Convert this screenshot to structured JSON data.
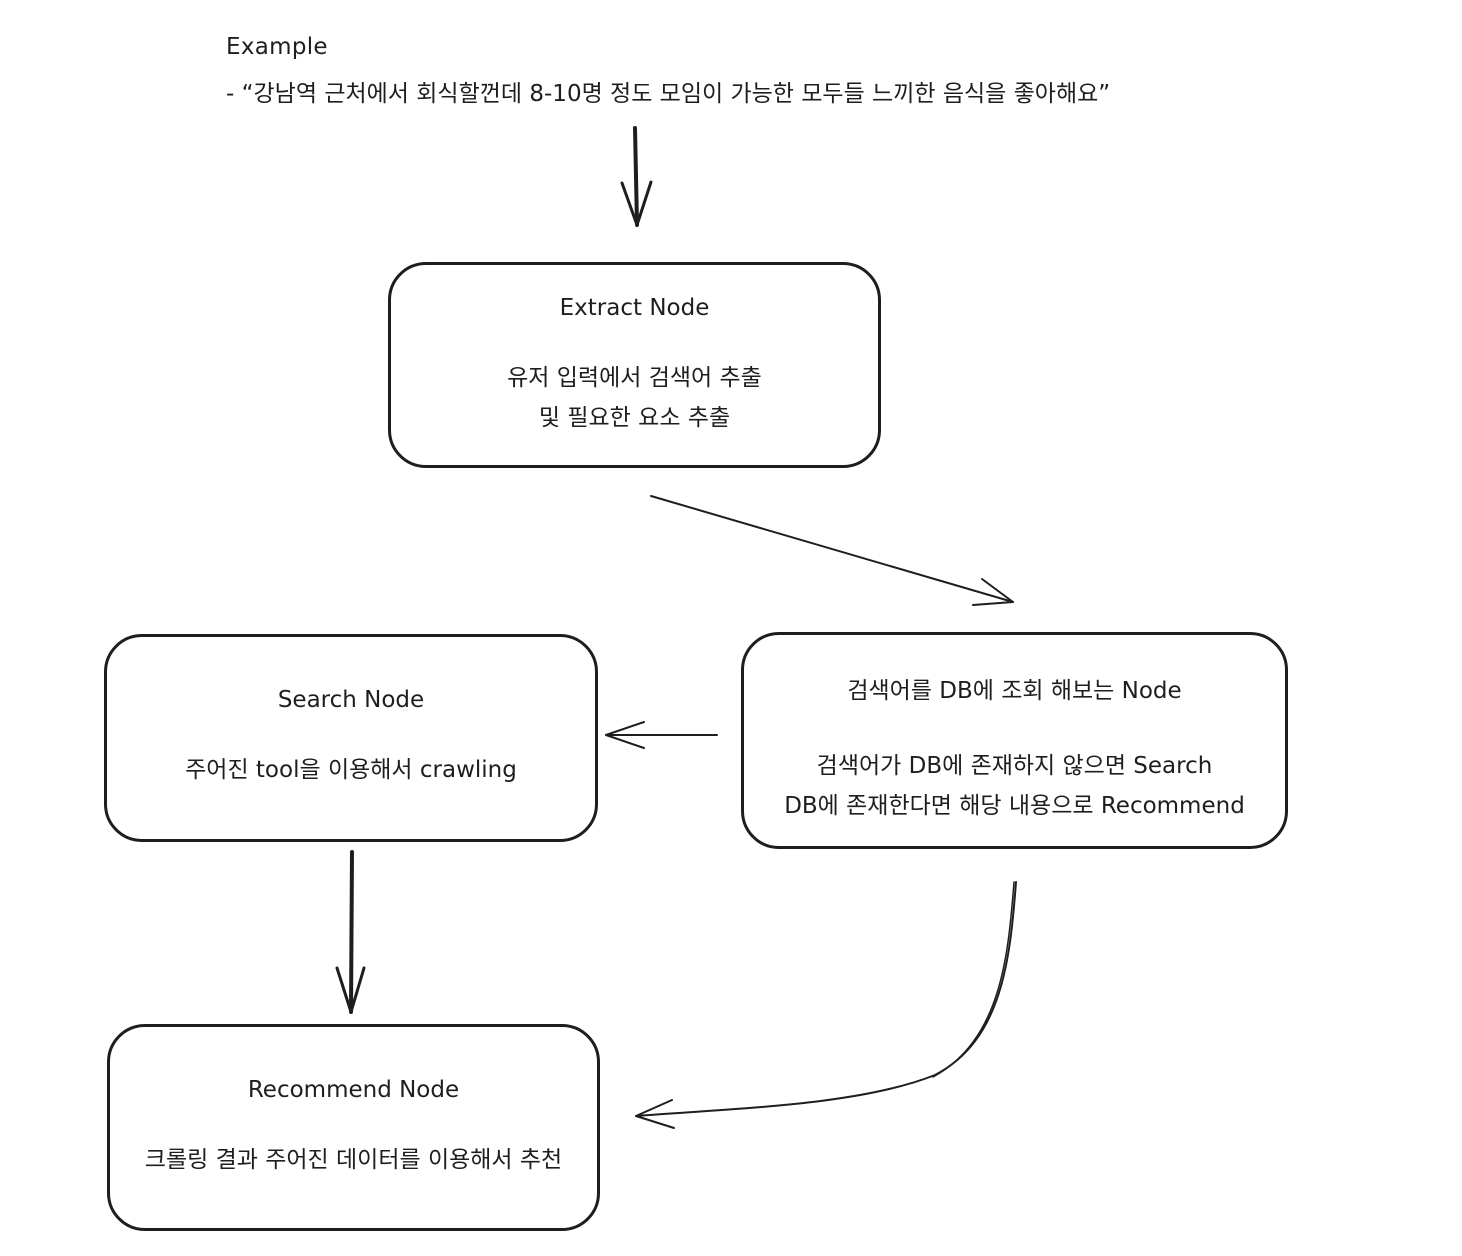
{
  "example": {
    "title": "Example",
    "text": "- “강남역 근처에서 회식할껀데 8-10명 정도 모임이 가능한 모두들 느끼한 음식을 좋아해요”"
  },
  "nodes": {
    "extract": {
      "title": "Extract Node",
      "desc_line1": "유저 입력에서 검색어 추출",
      "desc_line2": "및 필요한 요소 추출"
    },
    "db_check": {
      "title": "검색어를 DB에 조회 해보는 Node",
      "desc_line1": "검색어가 DB에 존재하지 않으면 Search",
      "desc_line2": "DB에 존재한다면 해당 내용으로 Recommend"
    },
    "search": {
      "title": "Search Node",
      "desc_line1": "주어진 tool을 이용해서 crawling"
    },
    "recommend": {
      "title": "Recommend Node",
      "desc_line1": "크롤링 결과 주어진 데이터를 이용해서 추천"
    }
  },
  "colors": {
    "stroke": "#1e1e1e",
    "background": "#ffffff"
  }
}
